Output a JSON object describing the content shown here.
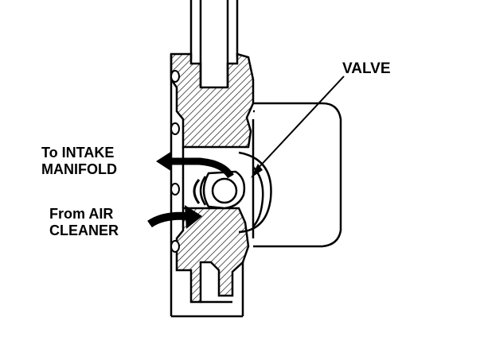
{
  "labels": {
    "valve": "VALVE",
    "to_intake_line1": "To INTAKE",
    "to_intake_line2": "MANIFOLD",
    "from_air_line1": "From AIR",
    "from_air_line2": "CLEANER"
  },
  "colors": {
    "ink": "#000000",
    "background": "#ffffff"
  }
}
